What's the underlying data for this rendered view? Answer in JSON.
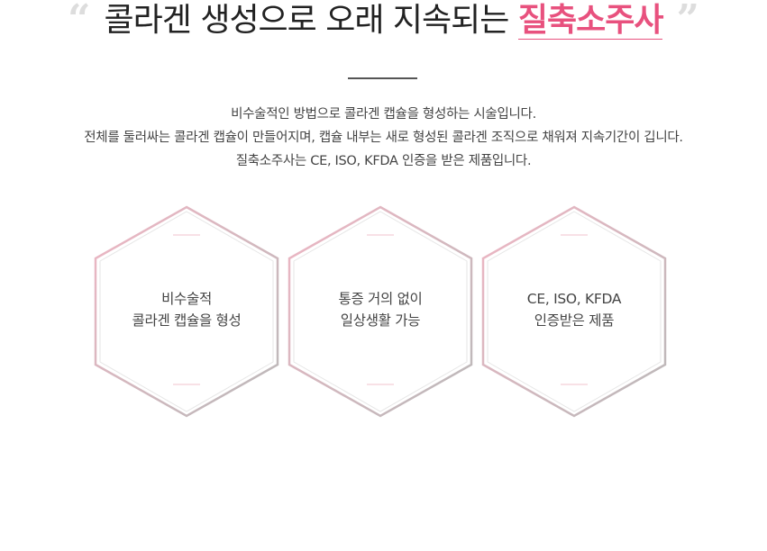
{
  "headline": {
    "open_quote": "“",
    "close_quote": "”",
    "text": "콜라겐 생성으로 오래 지속되는",
    "highlight": "질축소주사"
  },
  "description": [
    "비수술적인 방법으로 콜라겐 캡슐을 형성하는 시술입니다.",
    "전체를 둘러싸는 콜라겐 캡슐이 만들어지며, 캡슐 내부는 새로 형성된 콜라겐 조직으로 채워져 지속기간이 깁니다.",
    "질축소주사는 CE, ISO, KFDA 인증을 받은 제품입니다."
  ],
  "features": [
    {
      "line1": "비수술적",
      "line2": "콜라겐 캡슐을 형성"
    },
    {
      "line1": "통증 거의 없이",
      "line2": "일상생활 가능"
    },
    {
      "line1": "CE, ISO, KFDA",
      "line2": "인증받은 제품"
    }
  ],
  "colors": {
    "accent": "#e8517e",
    "hex_border_start": "#efb6c4",
    "hex_border_end": "#b9b9b9",
    "inner_stroke": "#e6e6e6"
  }
}
